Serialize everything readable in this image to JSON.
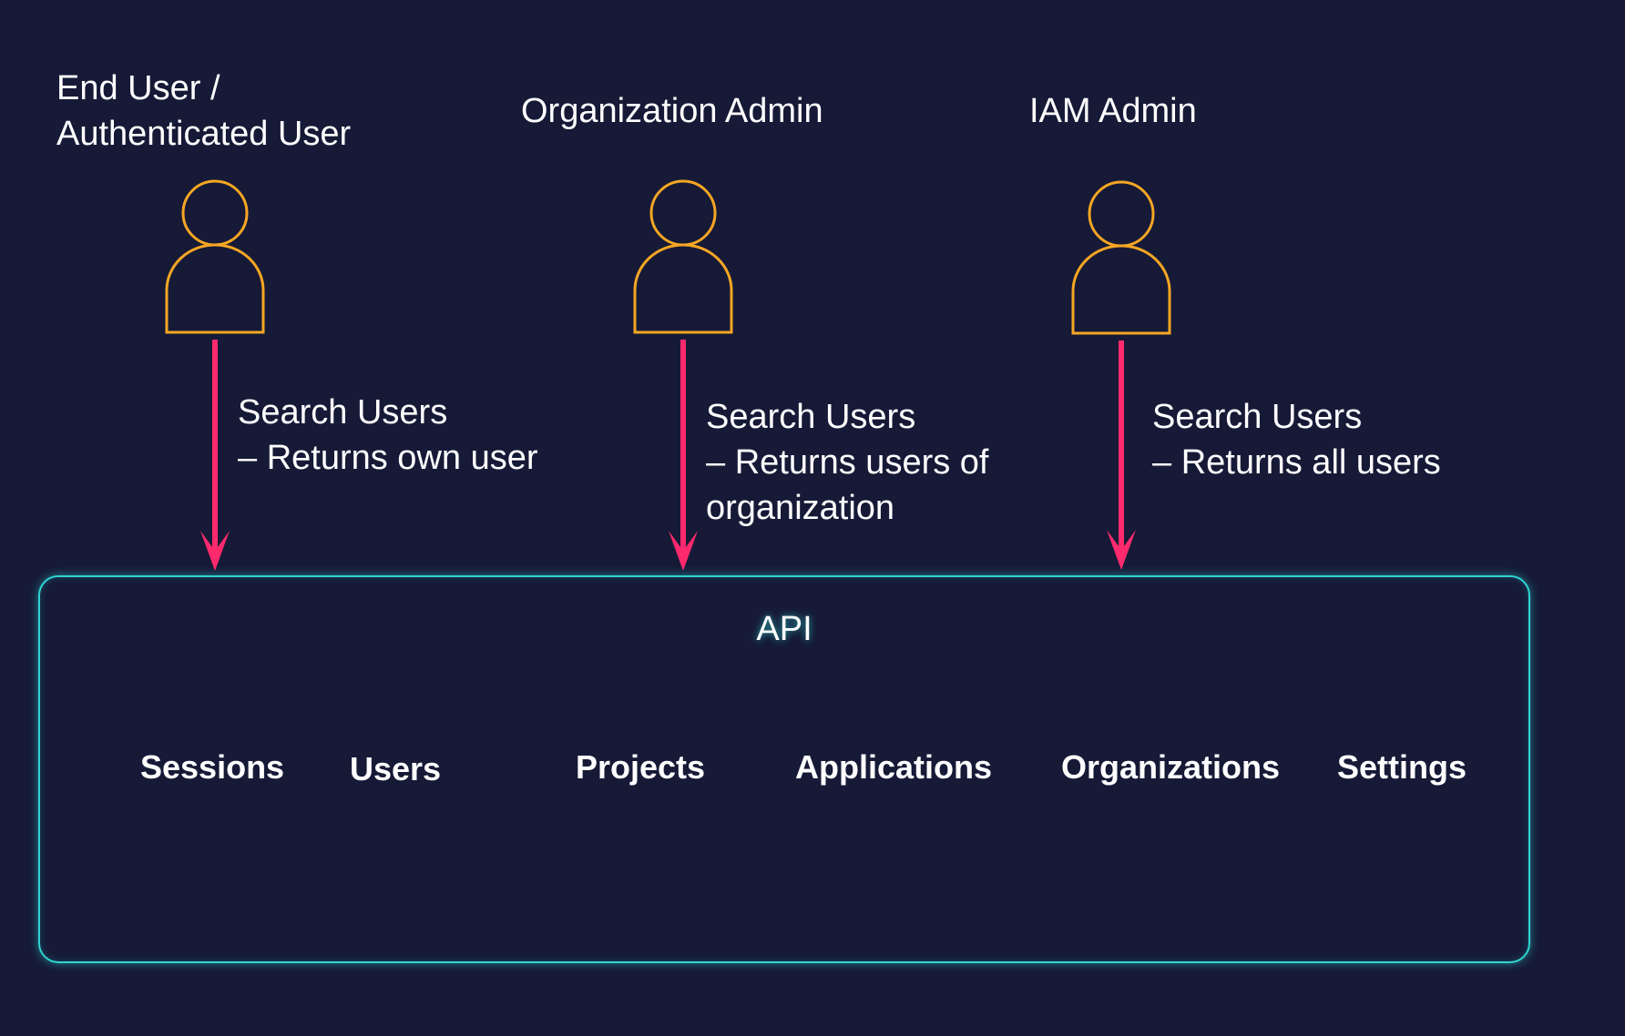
{
  "actors": [
    {
      "title_lines": [
        "End User /",
        "Authenticated User"
      ],
      "desc_lines": [
        "Search Users",
        "– Returns own user"
      ]
    },
    {
      "title_lines": [
        "Organization Admin"
      ],
      "desc_lines": [
        "Search Users",
        "– Returns users of",
        "organization"
      ]
    },
    {
      "title_lines": [
        "IAM Admin"
      ],
      "desc_lines": [
        "Search Users",
        "– Returns all users"
      ]
    }
  ],
  "api": {
    "label": "API",
    "resources": [
      "Sessions",
      "Users",
      "Projects",
      "Applications",
      "Organizations",
      "Settings"
    ]
  },
  "colors": {
    "background": "#161a37",
    "actor_outline": "#f5a623",
    "arrow": "#ff2a6d",
    "api_border": "#2fd5d2",
    "text": "#ffffff"
  },
  "icons": {
    "actor": "user-icon",
    "arrow": "arrow-down-icon"
  }
}
